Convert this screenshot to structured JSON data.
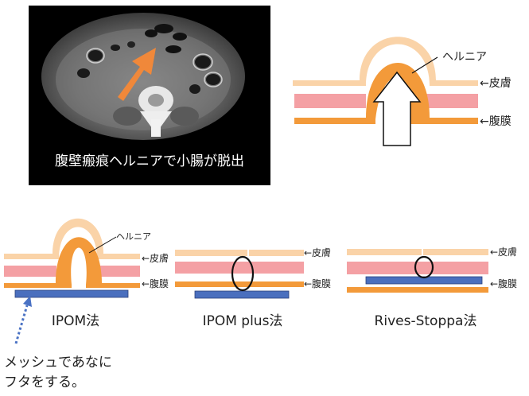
{
  "ct_image": {
    "caption": "腹壁瘢痕ヘルニアで小腸が脱出"
  },
  "main_diagram": {
    "hernia_label": "ヘルニア",
    "skin_label": "←皮膚",
    "peritoneum_label": "←腹膜"
  },
  "ipom": {
    "hernia_label": "ヘルニア",
    "skin_label": "←皮膚",
    "peritoneum_label": "←腹膜",
    "title": "IPOM法"
  },
  "ipom_plus": {
    "skin_label": "←皮膚",
    "peritoneum_label": "←腹膜",
    "title": "IPOM plus法"
  },
  "rives_stoppa": {
    "skin_label": "←皮膚",
    "peritoneum_label": "←腹膜",
    "title": "Rives-Stoppa法"
  },
  "note": {
    "line1": "メッシュであなに",
    "line2": "フタをする。"
  },
  "colors": {
    "skin": "#FAD3A8",
    "muscle": "#F4A0A4",
    "peritoneum": "#F39A3A",
    "mesh": "#4A6FBE",
    "ct_bg": "#000000",
    "ct_arrow": "#F0883A",
    "dotted_arrow": "#4A72C4"
  }
}
